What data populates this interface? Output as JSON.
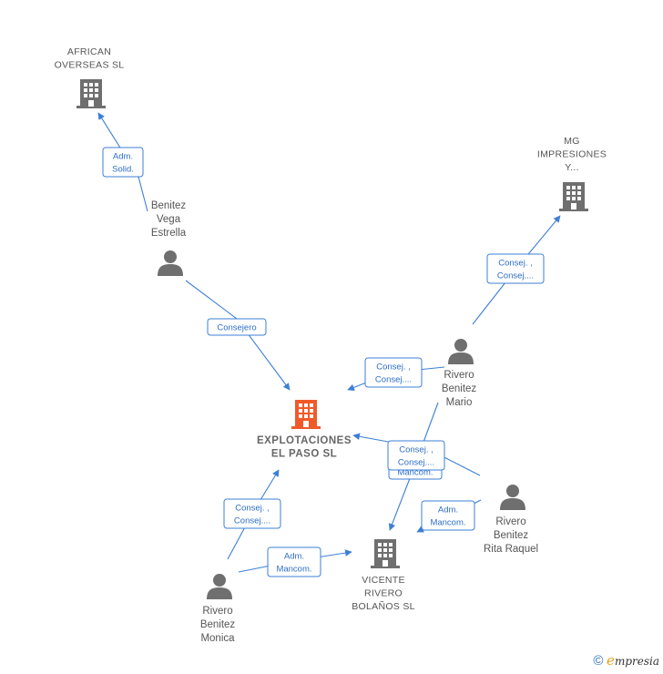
{
  "nodes": {
    "african": {
      "kind": "company",
      "lines": [
        "AFRICAN",
        "OVERSEAS  SL"
      ]
    },
    "mg": {
      "kind": "company",
      "lines": [
        "MG",
        "IMPRESIONES",
        "Y..."
      ]
    },
    "explotaciones": {
      "kind": "main",
      "lines": [
        "EXPLOTACIONES",
        "EL PASO  SL"
      ]
    },
    "vicente": {
      "kind": "company",
      "lines": [
        "VICENTE",
        "RIVERO",
        "BOLAÑOS SL"
      ]
    },
    "benitez_vega": {
      "kind": "person",
      "lines": [
        "Benitez",
        "Vega",
        "Estrella"
      ]
    },
    "rivero_mario": {
      "kind": "person",
      "lines": [
        "Rivero",
        "Benitez",
        "Mario"
      ]
    },
    "rivero_rita": {
      "kind": "person",
      "lines": [
        "Rivero",
        "Benitez",
        "Rita Raquel"
      ]
    },
    "rivero_monica": {
      "kind": "person",
      "lines": [
        "Rivero",
        "Benitez",
        "Monica"
      ]
    }
  },
  "edges": [
    {
      "from": "benitez_vega",
      "to": "african",
      "label": [
        "Adm.",
        "Solid."
      ]
    },
    {
      "from": "benitez_vega",
      "to": "explotaciones",
      "label": [
        "Consejero"
      ]
    },
    {
      "from": "rivero_mario",
      "to": "mg",
      "label": [
        "Consej. ,",
        "Consej...."
      ]
    },
    {
      "from": "rivero_mario",
      "to": "explotaciones",
      "label": [
        "Consej. ,",
        "Consej...."
      ]
    },
    {
      "from": "rivero_mario",
      "to": "vicente",
      "label": [
        "Mancom."
      ]
    },
    {
      "from": "rivero_rita",
      "to": "explotaciones",
      "label": [
        "Consej. ,",
        "Consej...."
      ]
    },
    {
      "from": "rivero_rita",
      "to": "vicente",
      "label": [
        "Adm.",
        "Mancom."
      ]
    },
    {
      "from": "rivero_monica",
      "to": "explotaciones",
      "label": [
        "Consej. ,",
        "Consej...."
      ]
    },
    {
      "from": "rivero_monica",
      "to": "vicente",
      "label": [
        "Adm.",
        "Mancom."
      ]
    }
  ],
  "footer": {
    "copyright": "©",
    "brand_initial": "e",
    "brand_rest": "mpresia"
  },
  "colors": {
    "edge": "#3d7fd6",
    "company_icon": "#6f6f6f",
    "main_icon": "#f05a28",
    "person_icon": "#6f6f6f"
  }
}
